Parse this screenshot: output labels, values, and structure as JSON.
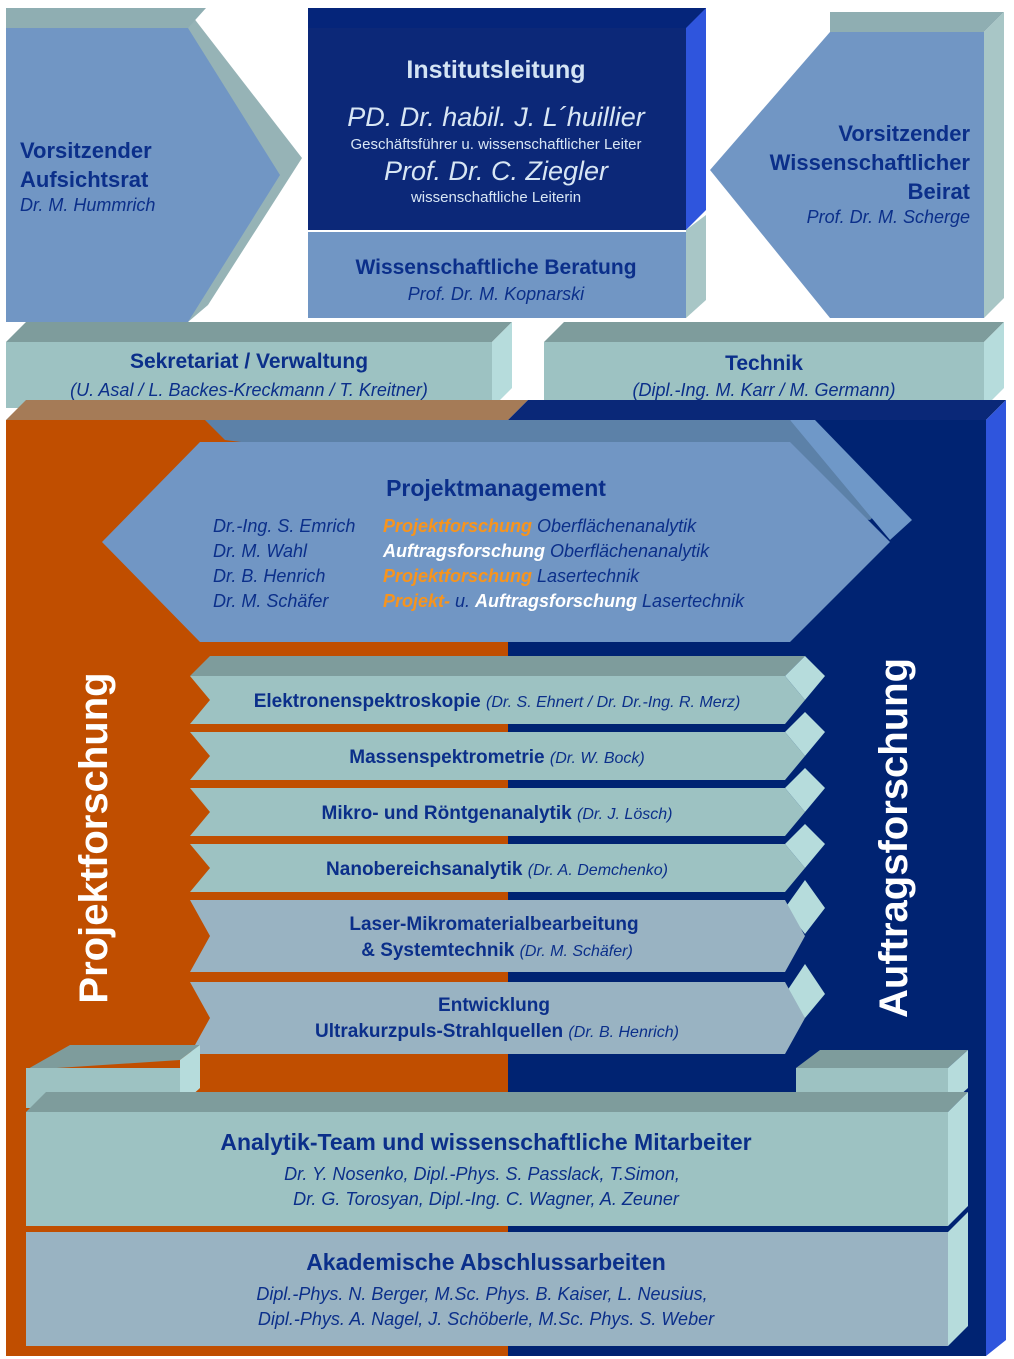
{
  "colors": {
    "navy_text": "#0b2f8a",
    "orange": "#c04e00",
    "dark_navy": "#002372",
    "blue_side": "#2f55dd",
    "steel_blue": "#6d95c4",
    "teal_box": "#9dc2c2",
    "highlight_orange": "#f7941d"
  },
  "top": {
    "left": {
      "title_line1": "Vorsitzender",
      "title_line2": "Aufsichtsrat",
      "name": "Dr. M. Hummrich"
    },
    "center": {
      "title": "Institutsleitung",
      "person1_name": "PD. Dr. habil. J. L´huillier",
      "person1_role": "Geschäftsführer u. wissenschaftlicher Leiter",
      "person2_name": "Prof. Dr. C. Ziegler",
      "person2_role": "wissenschaftliche Leiterin"
    },
    "advice": {
      "title": "Wissenschaftliche Beratung",
      "name": "Prof. Dr. M. Kopnarski"
    },
    "right": {
      "title_line1": "Vorsitzender",
      "title_line2": "Wissenschaftlicher",
      "title_line3": "Beirat",
      "name": "Prof. Dr. M. Scherge"
    }
  },
  "admin": {
    "sekretariat": {
      "title": "Sekretariat / Verwaltung",
      "names": "(U. Asal / L. Backes-Kreckmann / T. Kreitner)"
    },
    "technik": {
      "title": "Technik",
      "names": "(Dipl.-Ing. M. Karr / M. Germann)"
    }
  },
  "side_labels": {
    "left": "Projektforschung",
    "right": "Auftragsforschung"
  },
  "projektmanagement": {
    "title": "Projektmanagement",
    "rows": [
      {
        "name": "Dr.-Ing. S. Emrich",
        "segments": [
          {
            "text": "Projektforschung",
            "style": "orange"
          },
          {
            "text": " Oberflächenanalytik",
            "style": "plain"
          }
        ]
      },
      {
        "name": "Dr. M. Wahl",
        "segments": [
          {
            "text": "Auftragsforschung",
            "style": "white"
          },
          {
            "text": " Oberflächenanalytik",
            "style": "plain"
          }
        ]
      },
      {
        "name": "Dr. B. Henrich",
        "segments": [
          {
            "text": "Projektforschung",
            "style": "orange"
          },
          {
            "text": " Lasertechnik",
            "style": "plain"
          }
        ]
      },
      {
        "name": "Dr. M. Schäfer",
        "segments": [
          {
            "text": "Projekt-",
            "style": "orange"
          },
          {
            "text": " u. ",
            "style": "plain"
          },
          {
            "text": "Auftragsforschung",
            "style": "white"
          },
          {
            "text": " Lasertechnik",
            "style": "plain"
          }
        ]
      }
    ]
  },
  "groups": [
    {
      "title": "Elektronenspektroskopie",
      "person": "(Dr. S. Ehnert / Dr. Dr.-Ing. R. Merz)"
    },
    {
      "title": "Massenspektrometrie",
      "person": "(Dr. W. Bock)"
    },
    {
      "title": "Mikro- und Röntgenanalytik",
      "person": "(Dr. J. Lösch)"
    },
    {
      "title": "Nanobereichsanalytik",
      "person": "(Dr. A. Demchenko)"
    },
    {
      "title_line1": "Laser-Mikromaterialbearbeitung",
      "title_line2": "& Systemtechnik",
      "person": "(Dr. M. Schäfer)"
    },
    {
      "title_line1": "Entwicklung",
      "title_line2": "Ultrakurzpuls-Strahlquellen",
      "person": "(Dr. B. Henrich)"
    }
  ],
  "analytik": {
    "title": "Analytik-Team und wissenschaftliche Mitarbeiter",
    "line1": "Dr. Y. Nosenko, Dipl.-Phys. S. Passlack, T.Simon,",
    "line2": "Dr. G. Torosyan, Dipl.-Ing. C. Wagner, A. Zeuner"
  },
  "akademisch": {
    "title": "Akademische Abschlussarbeiten",
    "line1": "Dipl.-Phys. N. Berger,  M.Sc. Phys. B. Kaiser, L. Neusius,",
    "line2": "Dipl.-Phys. A. Nagel, J. Schöberle, M.Sc. Phys. S. Weber"
  }
}
